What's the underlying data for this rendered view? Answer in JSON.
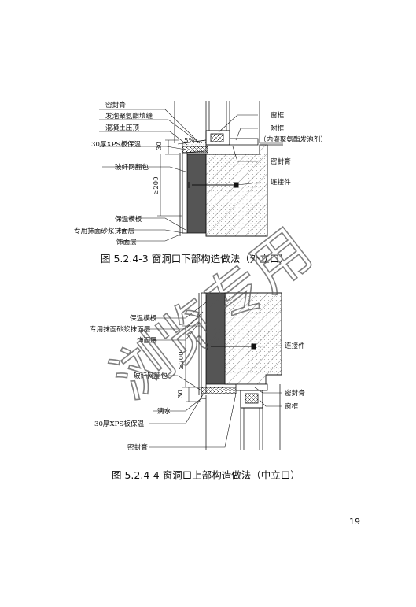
{
  "figure_top": {
    "caption": "图 5.2.4-3 窗洞口下部构造做法（外立口）",
    "labels": {
      "sealant_top": "密封膏",
      "foam_fill": "发泡聚氨酯填缝",
      "concrete_cap": "混凝土压顶",
      "xps": "30厚XPS板保温",
      "window_frame": "窗框",
      "sub_frame": "附框",
      "sub_frame_note": "（内灌聚氨酯发泡剂）",
      "sealant_right": "密封膏",
      "mesh": "玻纤网翻包",
      "connector": "连接件",
      "insulation_board": "保温模板",
      "mortar": "专用抹面砂浆抹面层",
      "finish": "饰面层"
    },
    "dims": {
      "d30": "30",
      "slope": "5%",
      "d200": "≥200"
    }
  },
  "figure_bottom": {
    "caption": "图 5.2.4-4 窗洞口上部构造做法（中立口）",
    "labels": {
      "insulation_board": "保温模板",
      "mortar": "专用抹面砂浆抹面层",
      "finish": "饰面层",
      "connector": "连接件",
      "mesh": "玻纤网翻包",
      "sealant_right": "密封膏",
      "window_frame": "窗框",
      "drip": "滴水",
      "xps": "30厚XPS板保温",
      "sealant_bottom": "密封膏"
    },
    "dims": {
      "d200": "≥200",
      "d30": "30"
    }
  },
  "watermark": "浏览专用",
  "page_number": "19"
}
